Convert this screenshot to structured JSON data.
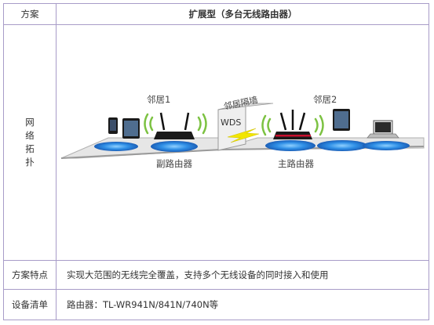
{
  "table": {
    "header_label": "方案",
    "header_value": "扩展型（多台无线路由器）",
    "topology_label": [
      "网",
      "络",
      "拓",
      "扑"
    ],
    "features_label": "方案特点",
    "features_value": "实现大范围的无线完全覆盖，支持多个无线设备的同时接入和使用",
    "devices_label": "设备清单",
    "devices_value": "路由器：TL-WR941N/841N/740N等"
  },
  "diagram": {
    "neighbor1": "邻居1",
    "neighbor2": "邻居2",
    "wall_label": "邻居隔墙",
    "wds_label": "WDS",
    "sub_router": "副路由器",
    "main_router": "主路由器"
  },
  "colors": {
    "border": "#a89cc8",
    "coverage": "#2f7fd6",
    "wifi_waves": "#7cc242",
    "wds_bolt": "#f2e600",
    "main_router_stripe": "#c8102e"
  }
}
